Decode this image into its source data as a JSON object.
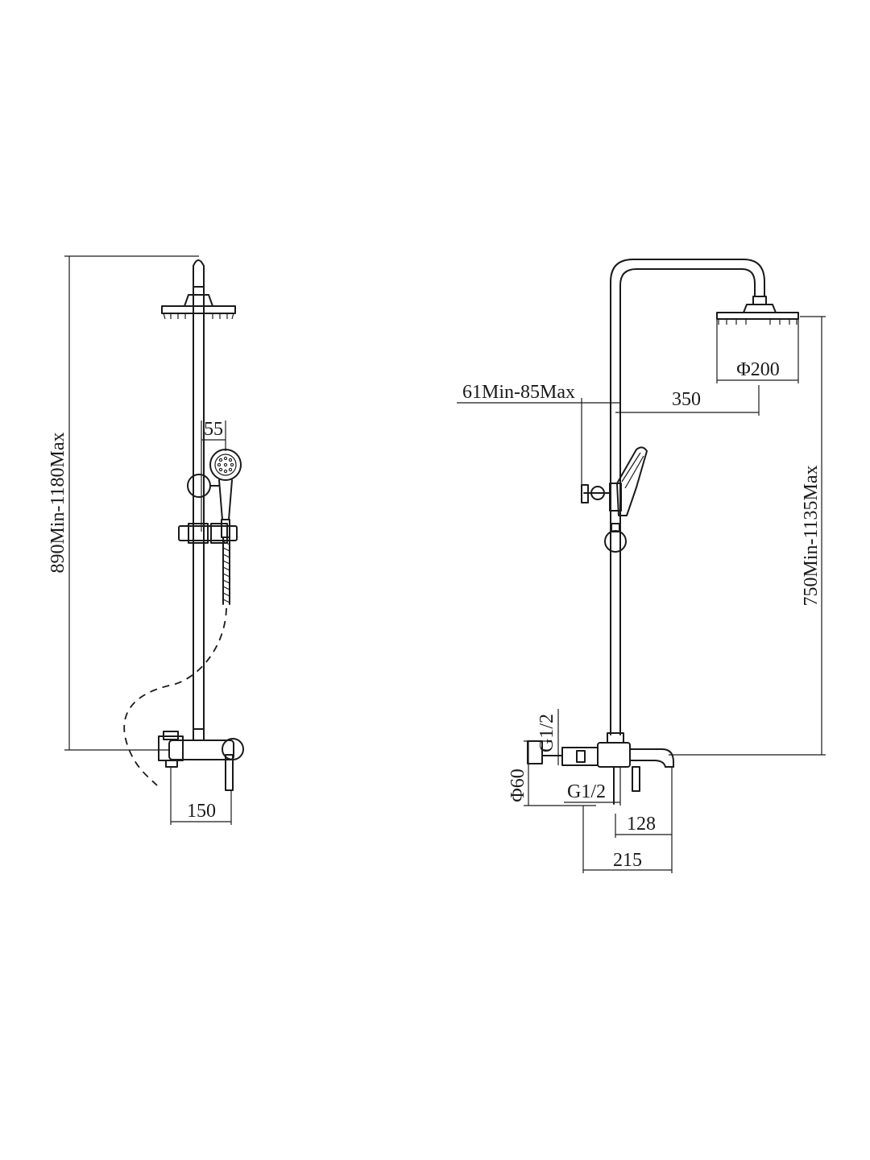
{
  "front_view": {
    "height_label": "890Min-1180Max",
    "handshower_width_label": "55",
    "mixer_spacing_label": "150"
  },
  "side_view": {
    "rail_offset_label": "61Min-85Max",
    "arm_reach_label": "350",
    "showerhead_diameter_label": "Φ200",
    "height_label": "750Min-1135Max",
    "upper_inlet_label": "G1/2",
    "lower_inlet_label": "G1/2",
    "escutcheon_diameter_label": "Φ60",
    "spout_reach_label": "128",
    "total_depth_label": "215"
  }
}
